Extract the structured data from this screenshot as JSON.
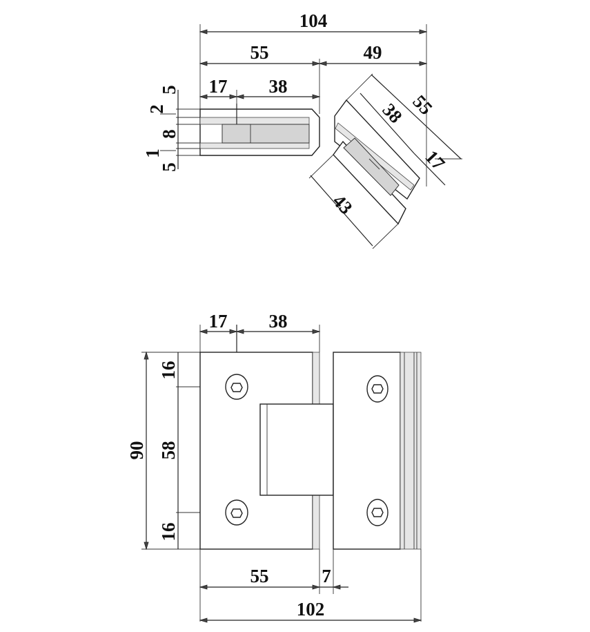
{
  "top_view": {
    "dims": {
      "overall_width": "104",
      "left_leaf_width": "55",
      "right_leaf_width": "49",
      "left_offset": "17",
      "left_clamp": "38",
      "stack_5_top": "5",
      "stack_2": "2",
      "stack_8": "8",
      "stack_1": "1",
      "stack_5_bottom": "5",
      "angled_leaf_length": "55",
      "angled_clamp": "38",
      "angled_offset": "17",
      "angled_glass_length": "43"
    }
  },
  "front_view": {
    "dims": {
      "top_offset": "17",
      "top_clamp": "38",
      "overall_height": "90",
      "hole_top": "16",
      "hole_spacing": "58",
      "hole_bottom": "16",
      "bottom_leaf_width": "55",
      "bottom_gap": "7",
      "overall_width": "102"
    }
  },
  "colors": {
    "line": "#222222",
    "glass": "#d4d4d4",
    "background": "#ffffff"
  }
}
